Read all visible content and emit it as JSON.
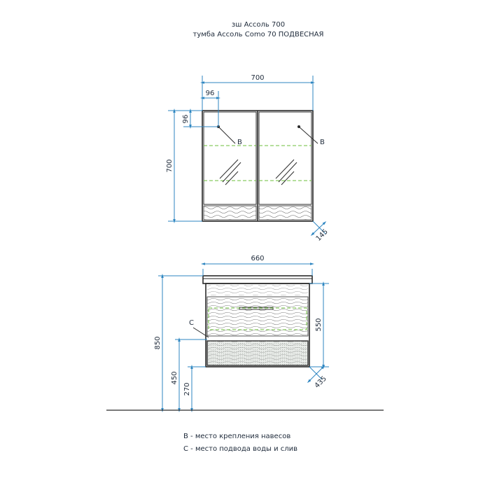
{
  "header": {
    "line1": "зш Ассоль 700",
    "line2": "тумба Ассоль Como 70 ПОДВЕСНАЯ"
  },
  "top_view": {
    "width": "700",
    "height": "700",
    "offset_x": "96",
    "offset_y": "96",
    "depth": "145",
    "marker_left": "В",
    "marker_right": "В"
  },
  "bottom_view": {
    "width": "660",
    "height_total": "850",
    "height_cabinet": "550",
    "height_450": "450",
    "height_270": "270",
    "depth": "435",
    "marker_c": "С"
  },
  "legend": {
    "b": "В - место крепления навесов",
    "c": "С - место подвода воды и слив"
  },
  "colors": {
    "dimension": "#2e86c1",
    "outline": "#2b2b2b",
    "marker": "#6cbf3b"
  }
}
